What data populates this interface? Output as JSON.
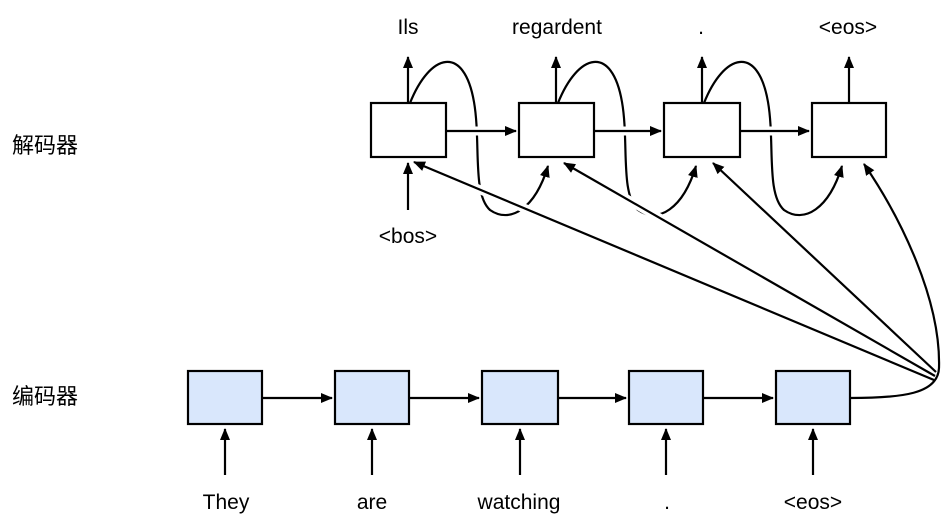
{
  "figure": {
    "title_semantic": "seq2seq encoder-decoder prediction diagram",
    "decoder": {
      "role_label": "解码器",
      "outputs": [
        "Ils",
        "regardent",
        ".",
        "<eos>"
      ],
      "input": "<bos>",
      "box_fill": "#ffffff"
    },
    "encoder": {
      "role_label": "编码器",
      "inputs": [
        "They",
        "are",
        "watching",
        ".",
        "<eos>"
      ],
      "box_fill": "#d9e7fc"
    },
    "stroke_color": "#000000"
  }
}
